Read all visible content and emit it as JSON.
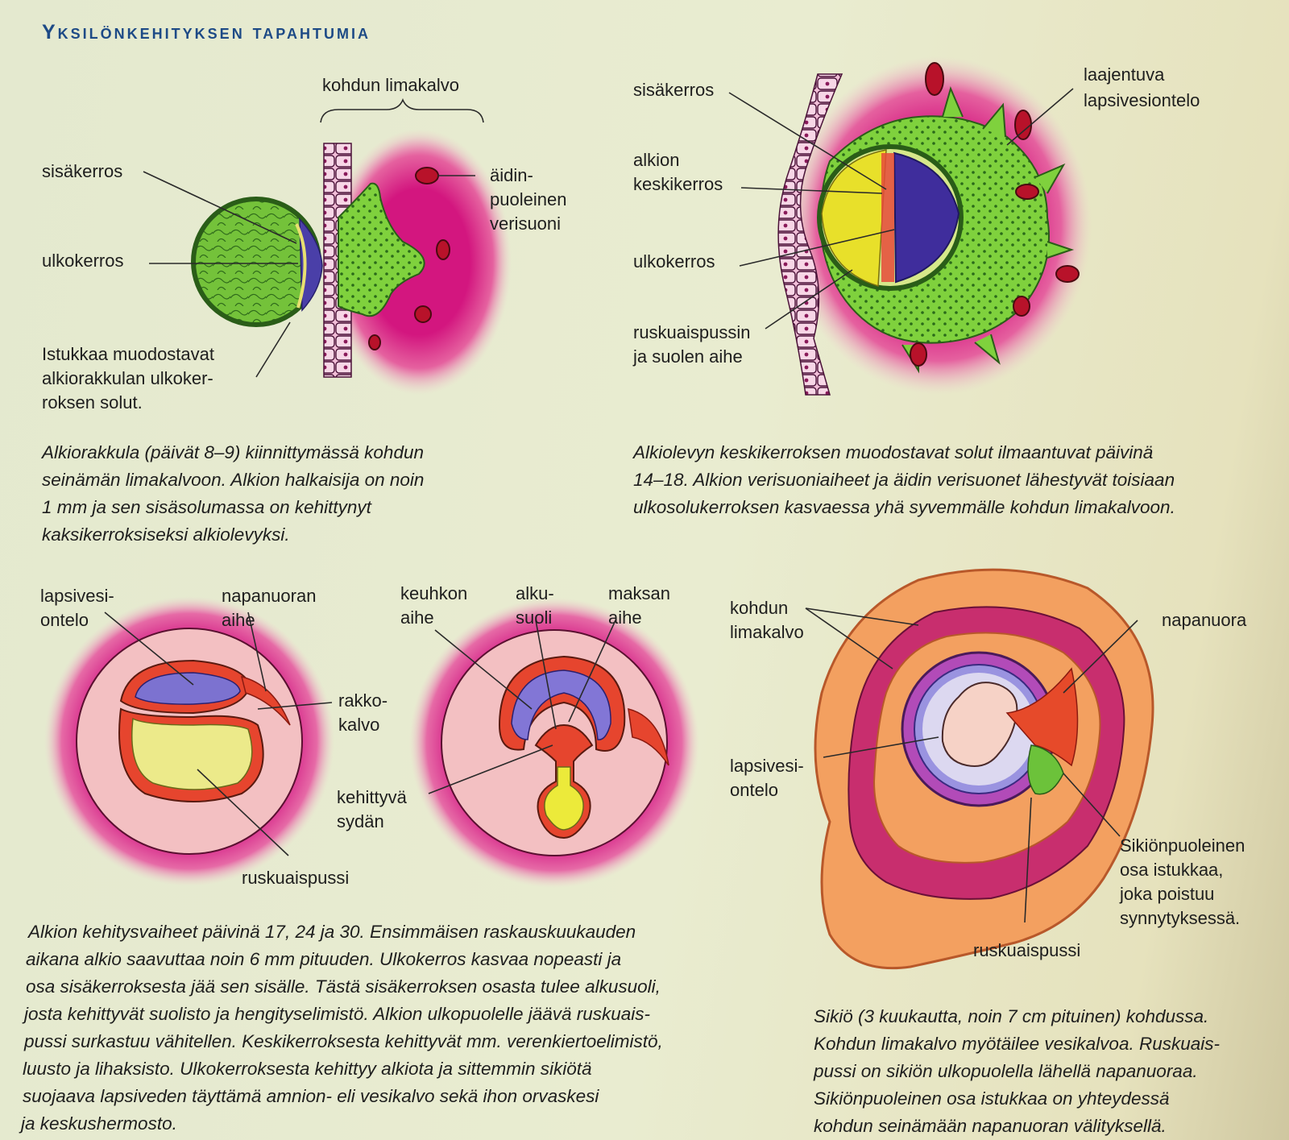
{
  "title": "Yksilönkehityksen tapahtumia",
  "top_left": {
    "brace_label": "kohdun limakalvo",
    "labels": {
      "inner_layer": "sisäkerros",
      "outer_layer": "ulkokerros",
      "maternal_vessel_1": "äidin-",
      "maternal_vessel_2": "puoleinen",
      "maternal_vessel_3": "verisuoni",
      "placenta_1": "Istukkaa muodostavat",
      "placenta_2": "alkiorakkulan ulkoker-",
      "placenta_3": "roksen solut."
    },
    "caption": [
      "Alkiorakkula (päivät 8–9) kiinnittymässä kohdun",
      "seinämän limakalvoon. Alkion halkaisija on noin",
      "1 mm ja sen sisäsolumassa on kehittynyt",
      "kaksikerroksiseksi alkiolevyksi."
    ]
  },
  "top_right": {
    "labels": {
      "inner_layer": "sisäkerros",
      "mid_layer_1": "alkion",
      "mid_layer_2": "keskikerros",
      "outer_layer": "ulkokerros",
      "yolk_1": "ruskuaispussin",
      "yolk_2": "ja suolen aihe",
      "amnion_1": "laajentuva",
      "amnion_2": "lapsivesiontelo"
    },
    "caption": [
      "Alkiolevyn keskikerroksen muodostavat solut ilmaantuvat päivinä",
      "14–18. Alkion verisuoniaiheet ja äidin verisuonet lähestyvät toisiaan",
      "ulkosolukerroksen kasvaessa yhä syvemmälle kohdun limakalvoon."
    ]
  },
  "bottom_left": {
    "labels": {
      "amnion_1": "lapsivesi-",
      "amnion_2": "ontelo",
      "cord_1": "napanuoran",
      "cord_2": "aihe",
      "lung_1": "keuhkon",
      "lung_2": "aihe",
      "gut_1": "alku-",
      "gut_2": "suoli",
      "liver_1": "maksan",
      "liver_2": "aihe",
      "chorion_1": "rakko-",
      "chorion_2": "kalvo",
      "heart_1": "kehittyvä",
      "heart_2": "sydän",
      "yolk": "ruskuaispussi"
    },
    "caption": [
      "Alkion kehitysvaiheet päivinä 17, 24 ja 30. Ensimmäisen raskauskuukauden",
      "aikana alkio saavuttaa noin 6 mm pituuden. Ulkokerros kasvaa nopeasti ja",
      "osa sisäkerroksesta jää sen sisälle. Tästä sisäkerroksen osasta tulee alkusuoli,",
      "josta kehittyvät suolisto ja hengityselimistö. Alkion ulkopuolelle jäävä ruskuais-",
      "pussi surkastuu vähitellen. Keskikerroksesta kehittyvät mm. verenkiertoelimistö,",
      "luusto ja lihaksisto. Ulkokerroksesta kehittyy alkiota ja sittemmin sikiötä",
      "suojaava lapsiveden täyttämä amnion- eli vesikalvo sekä ihon orvaskesi",
      "ja keskushermosto."
    ]
  },
  "bottom_right": {
    "labels": {
      "endometrium_1": "kohdun",
      "endometrium_2": "limakalvo",
      "cord": "napanuora",
      "amnion_1": "lapsivesi-",
      "amnion_2": "ontelo",
      "fetal_placenta_1": "Sikiönpuoleinen",
      "fetal_placenta_2": "osa istukkaa,",
      "fetal_placenta_3": "joka poistuu",
      "fetal_placenta_4": "synnytyksessä.",
      "yolk": "ruskuaispussi"
    },
    "caption": [
      "Sikiö (3 kuukautta, noin 7 cm pituinen) kohdussa.",
      "Kohdun limakalvo myötäilee vesikalvoa. Ruskuais-",
      "pussi on sikiön ulkopuolella lähellä napanuoraa.",
      "Sikiönpuoleinen osa istukkaa on yhteydessä",
      "kohdun seinämään napanuoran välityksellä."
    ]
  }
}
